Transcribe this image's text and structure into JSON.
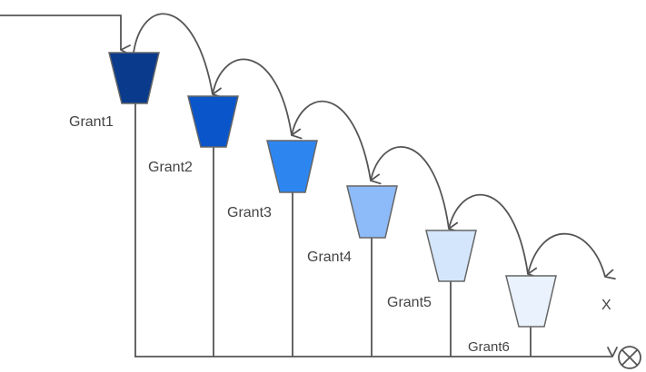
{
  "labels": {
    "grant1": "Grant1",
    "grant2": "Grant2",
    "grant3": "Grant3",
    "grant4": "Grant4",
    "grant5": "Grant5",
    "grant6": "Grant6",
    "overflow": "X"
  },
  "colors": {
    "line": "#555555",
    "stroke": "#666666",
    "bucket1": "#0a3a8c",
    "bucket2": "#0a55c9",
    "bucket3": "#2d86f0",
    "bucket4": "#8dbaf8",
    "bucket5": "#d4e6fc",
    "bucket6": "#e9f2fd"
  },
  "icons": {
    "end": "circled-x-icon"
  }
}
